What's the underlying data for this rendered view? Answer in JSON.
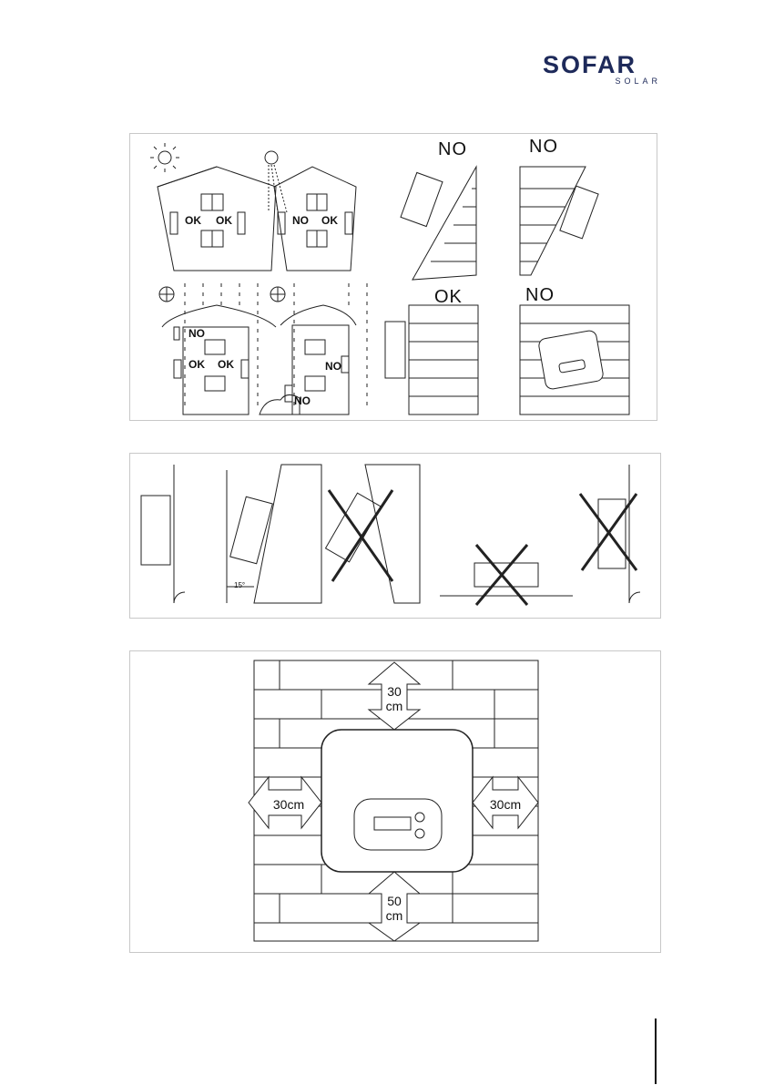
{
  "brand": {
    "name": "SOFAR",
    "sub": "SOLAR",
    "color": "#1e2a5a"
  },
  "location_panel": {
    "house1": {
      "left": "OK",
      "right": "OK"
    },
    "house2": {
      "left": "NO",
      "right": "OK"
    },
    "house3": {
      "top": "NO",
      "left": "OK",
      "right": "OK"
    },
    "house4": {
      "right": "NO",
      "bottom": "NO"
    },
    "wall_tilt_forward": "NO",
    "wall_tilt_backward": "NO",
    "wall_vertical": "OK",
    "wall_rotated": "NO"
  },
  "angle_panel": {
    "angle_label": "15°"
  },
  "clearance_panel": {
    "top": "30\ncm",
    "left": "30cm",
    "right": "30cm",
    "bottom": "50\ncm"
  }
}
